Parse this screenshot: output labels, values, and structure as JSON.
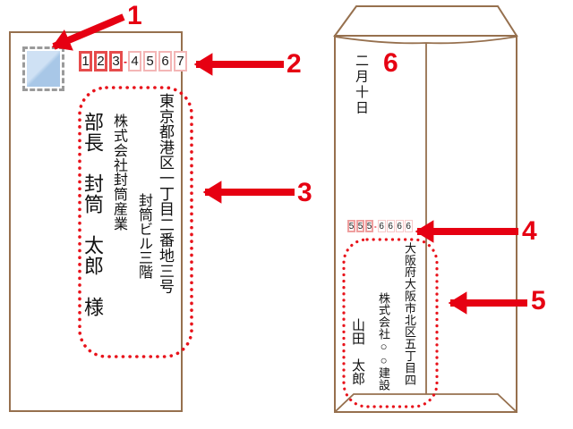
{
  "callouts": [
    {
      "text": "1"
    },
    {
      "text": "2"
    },
    {
      "text": "3"
    },
    {
      "text": "4"
    },
    {
      "text": "5"
    },
    {
      "text": "6"
    }
  ],
  "front_envelope": {
    "postal_code": {
      "digits": [
        "1",
        "2",
        "3",
        "4",
        "5",
        "6",
        "7"
      ],
      "separator": "-"
    },
    "address_lines": [
      "東京都港区一丁目二番地三号",
      "封筒ビル三階",
      "株式会社封筒産業"
    ],
    "recipient_name": "部長　封筒　太郎　様"
  },
  "back_envelope": {
    "date": "二月十日",
    "postal_code": {
      "digits": [
        "5",
        "5",
        "5",
        "6",
        "6",
        "6",
        "6"
      ],
      "separator": "-"
    },
    "sender_address": "大阪府大阪市北区五丁目四",
    "sender_company": "株式会社○○建設",
    "sender_name": "山田　太郎"
  },
  "colors": {
    "accent_red": "#e60012",
    "envelope_border": "#96704e",
    "postal_box_red": "#e64c4c",
    "postal_box_pink": "#f3b6b6",
    "stamp_blue_light": "#cfe1f4",
    "stamp_blue": "#a8c7e7"
  }
}
